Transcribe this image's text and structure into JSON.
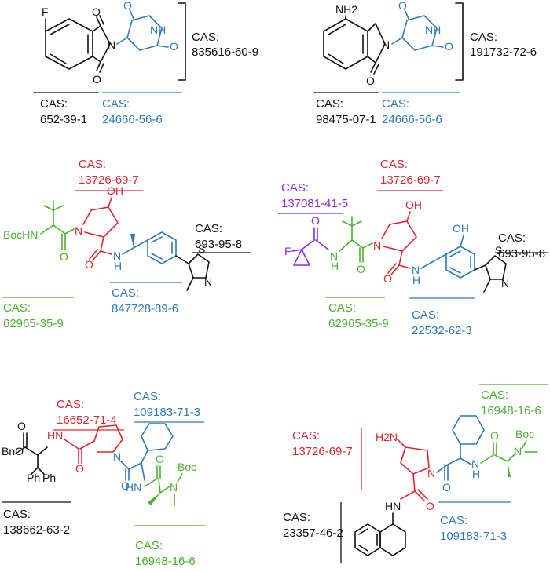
{
  "colors": {
    "black": "#111111",
    "blue": "#2f7ab9",
    "red": "#e0262e",
    "green": "#4cb030",
    "purple": "#8a2be2"
  },
  "labels": {
    "p1_bracket_cas": "CAS:",
    "p1_bracket_num": "835616-60-9",
    "p1_left_cas": "CAS:",
    "p1_left_num": "652-39-1",
    "p1_right_cas": "CAS:",
    "p1_right_num": "24666-56-6",
    "p2_bracket_cas": "CAS:",
    "p2_bracket_num": "191732-72-6",
    "p2_left_cas": "CAS:",
    "p2_left_num": "98475-07-1",
    "p2_right_cas": "CAS:",
    "p2_right_num": "24666-56-6",
    "p3_red_cas": "CAS:",
    "p3_red_num": "13726-69-7",
    "p3_black_cas": "CAS:",
    "p3_black_num": "693-95-8",
    "p3_green_cas": "CAS:",
    "p3_green_num": "62965-35-9",
    "p3_blue_cas": "CAS:",
    "p3_blue_num": "847728-89-6",
    "p4_purple_cas": "CAS:",
    "p4_purple_num": "137081-41-5",
    "p4_red_cas": "CAS:",
    "p4_red_num": "13726-69-7",
    "p4_black_cas": "CAS:",
    "p4_black_num": "693-95-8",
    "p4_green_cas": "CAS:",
    "p4_green_num": "62965-35-9",
    "p4_blue_cas": "CAS:",
    "p4_blue_num": "22532-62-3",
    "p5_red_cas": "CAS:",
    "p5_red_num": "16652-71-4",
    "p5_blue_cas": "CAS:",
    "p5_blue_num": "109183-71-3",
    "p5_black_cas": "CAS:",
    "p5_black_num": "138662-63-2",
    "p5_green_cas": "CAS:",
    "p5_green_num": "16948-16-6",
    "p6_green_cas": "CAS:",
    "p6_green_num": "16948-16-6",
    "p6_red_cas": "CAS:",
    "p6_red_num": "13726-69-7",
    "p6_black_cas": "CAS:",
    "p6_black_num": "23357-46-2",
    "p6_blue_cas": "CAS:",
    "p6_blue_num": "109183-71-3"
  },
  "atoms": {
    "F": "F",
    "O": "O",
    "N": "N",
    "NH": "NH",
    "NH2": "NH2",
    "OH": "OH",
    "H": "H",
    "S": "S",
    "BocHN": "BocHN",
    "Boc": "Boc",
    "BnO": "BnO",
    "Ph": "Ph",
    "HN": "HN",
    "H2N": "H2N"
  }
}
